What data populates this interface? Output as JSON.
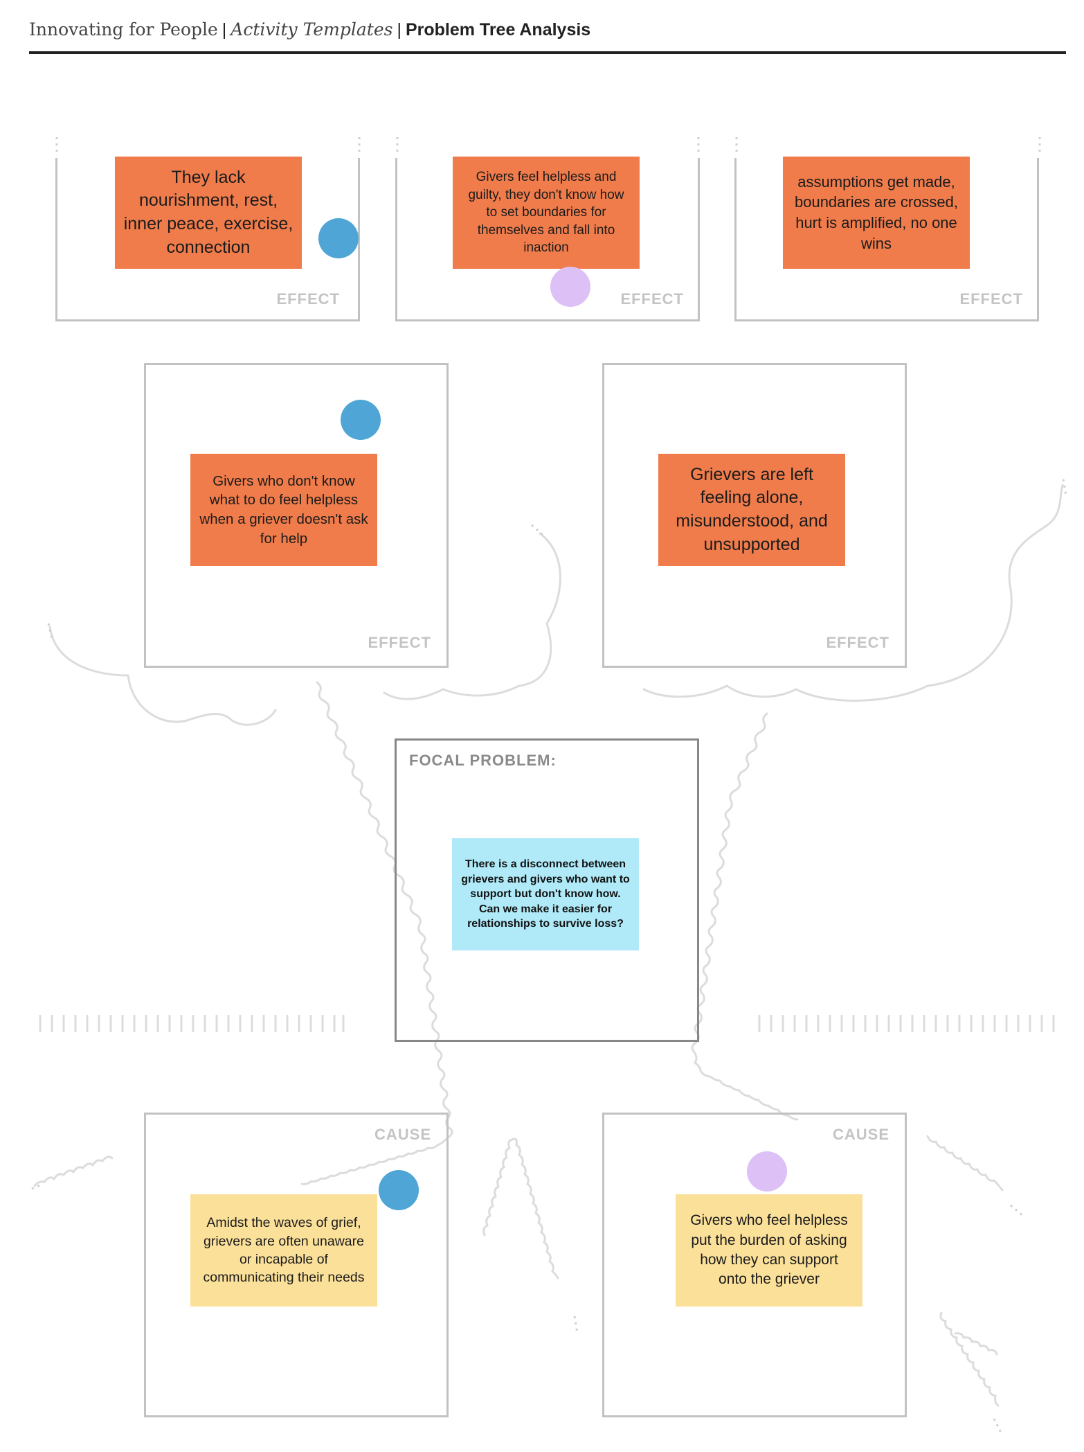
{
  "header": {
    "org": "Innovating for People",
    "section": "Activity Templates",
    "title": "Problem Tree Analysis"
  },
  "labels": {
    "effect": "EFFECT",
    "cause": "CAUSE",
    "focal": "FOCAL PROBLEM:"
  },
  "notes": {
    "effect1": "They lack nourishment, rest, inner peace, exercise, connection",
    "effect2": "Givers feel helpless and guilty, they don't know how to set boundaries for themselves and fall into inaction",
    "effect3": "assumptions get made, boundaries are crossed, hurt is amplified, no one wins",
    "effect4": "Givers who don't know what to do feel helpless when a griever doesn't ask for help",
    "effect5": "Grievers are left feeling alone, misunderstood, and unsupported",
    "focal": "There is a disconnect between grievers and givers who want to support but don't know how. Can we make it easier for relationships to survive loss?",
    "cause1": "Amidst the waves of grief, grievers are often unaware or incapable of communicating their needs",
    "cause2": "Givers who feel helpless put the burden of asking how they can support onto the griever"
  },
  "colors": {
    "effect_note": "#f07c4b",
    "cause_note": "#fbe09a",
    "focal_note": "#b0eaf8",
    "vote_blue": "#4fa6d6",
    "vote_lilac": "#dcc0f6",
    "border": "#c2c2c2"
  }
}
